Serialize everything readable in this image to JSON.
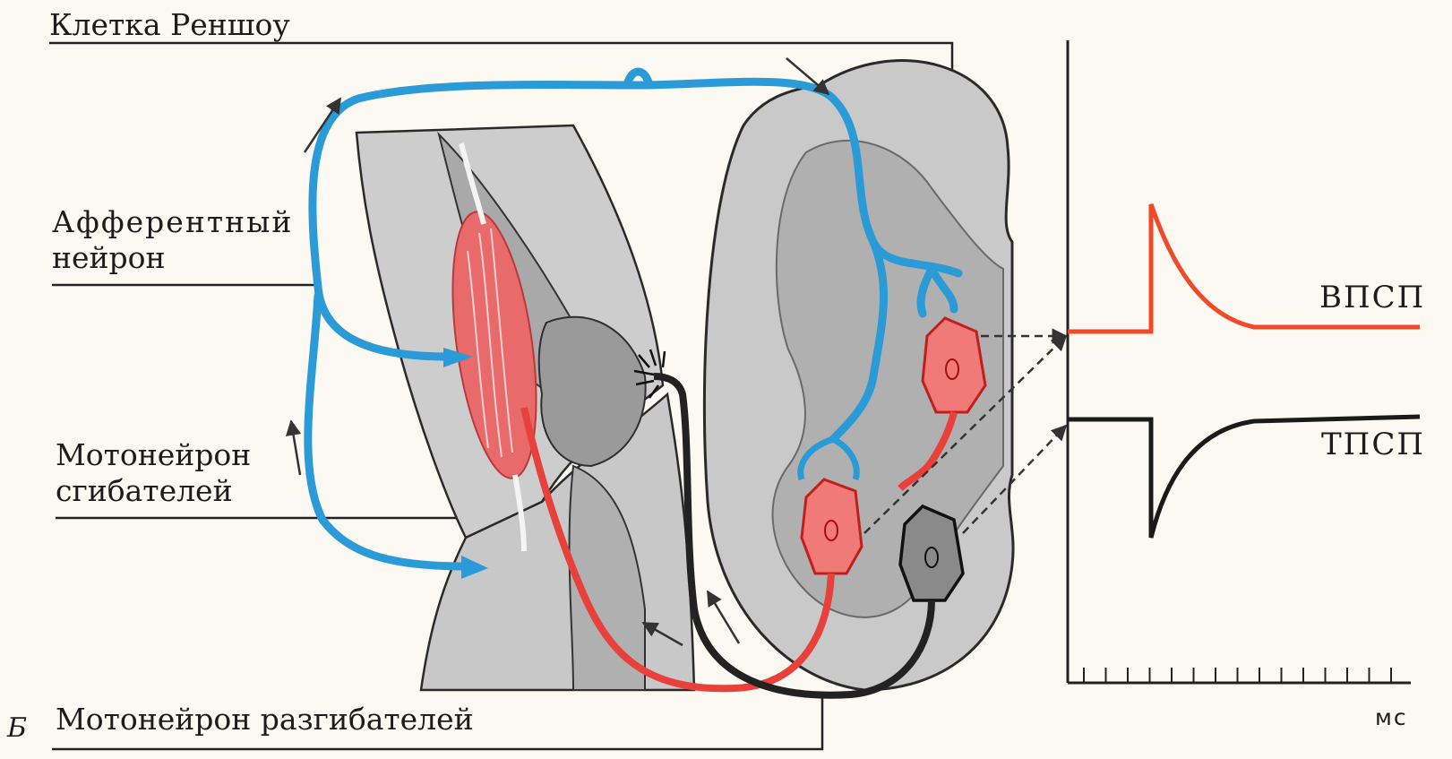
{
  "labels": {
    "renshaw": "Клетка Реншоу",
    "afferent_line1": "Афферентный",
    "afferent_line2": "нейрон",
    "flexor_line1": "Мотонейрон",
    "flexor_line2": "сгибателей",
    "extensor": "Мотонейрон разгибателей",
    "panel": "Б"
  },
  "traces": {
    "epsp": "ВПСП",
    "ipsp": "ТПСП",
    "time_unit": "мс"
  },
  "colors": {
    "afferent": "#2b9bd8",
    "motoneuron": "#e8403a",
    "renshaw": "#222222",
    "epsp_trace": "#f04a2a",
    "ipsp_trace": "#1a1a1a",
    "spinal_cord": "#bdbdbd",
    "leg": "#cfcfcf"
  }
}
